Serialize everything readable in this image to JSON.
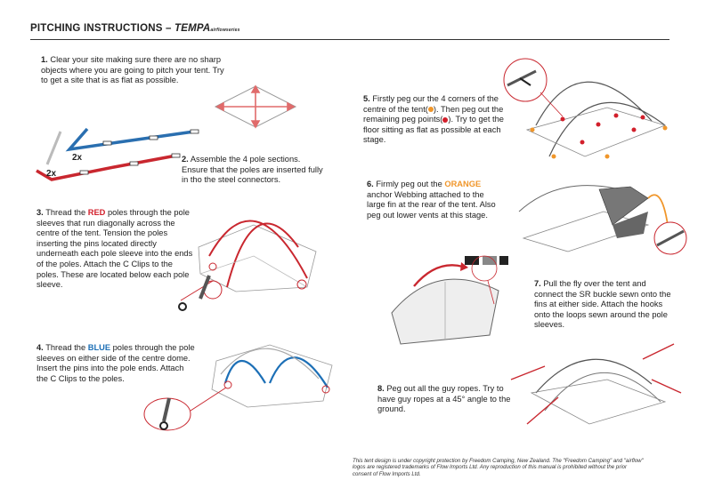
{
  "header": {
    "title": "PITCHING INSTRUCTIONS – ",
    "brand": "TEMPA",
    "series": "airflowseries"
  },
  "steps": {
    "s1": {
      "num": "1.",
      "text": "Clear your site making sure there are no sharp objects where you are going to pitch your tent. Try to get a site that is as flat as possible."
    },
    "s2": {
      "num": "2.",
      "text": "Assemble the 4 pole sections. Ensure that the poles are inserted fully in tho the steel connectors."
    },
    "s3": {
      "num": "3.",
      "pre": "Thread the ",
      "color_word": "RED",
      "post": " poles through the pole sleeves that run diagonally across the centre of the tent. Tension the poles inserting the pins located directly underneath each pole sleeve into the ends of the poles. Attach the C Clips to the poles. These are located below each pole sleeve."
    },
    "s4": {
      "num": "4.",
      "pre": "Thread the ",
      "color_word": "BLUE",
      "post": " poles through the pole sleeves on either side of the centre dome. Insert the pins into the pole ends. Attach the C Clips to the poles."
    },
    "s5": {
      "num": "5.",
      "pre": "Firstly peg our the 4 corners of the centre of the tent(",
      "mid": "). Then peg out the remaining peg points(",
      "post": "). Try to get the floor sitting as flat as possible at each stage."
    },
    "s6": {
      "num": "6.",
      "pre": "Firmly peg out the ",
      "color_word": "ORANGE",
      "post": " anchor Webbing attached to the large fin at the rear of the tent. Also peg out lower vents at this stage."
    },
    "s7": {
      "num": "7.",
      "text": "Pull the fly over the tent and connect the SR buckle sewn onto the fins at either side. Attach the hooks onto the loops sewn around the pole sleeves."
    },
    "s8": {
      "num": "8.",
      "text": "Peg out all the guy ropes. Try to have guy ropes at a 45° angle to the ground."
    }
  },
  "pole_labels": {
    "a": "2x",
    "b": "2x"
  },
  "copyright": "This tent design is under copyright protection by Freedom Camping, New Zealand. The \"Freedom Camping\" and \"airflow\" logos are registered trademarks of Flow Imports Ltd. Any reproduction of this manual is prohibited without the prior consent of Flow Imports Ltd.",
  "colors": {
    "red": "#d21f2b",
    "blue": "#1c6fb6",
    "orange": "#f0962a"
  }
}
